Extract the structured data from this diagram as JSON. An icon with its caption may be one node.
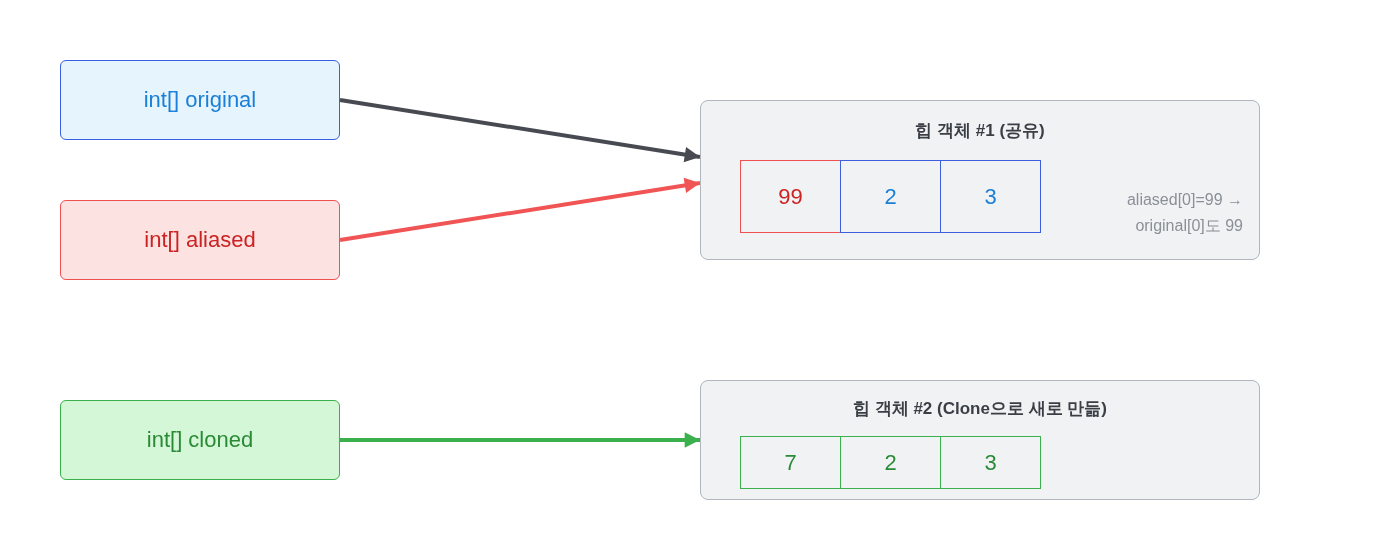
{
  "diagram": {
    "nodes": [
      {
        "text": [
          "int[] original"
        ]
      },
      {
        "text": [
          "int[] aliased"
        ]
      },
      {
        "text": [
          "int[] cloned"
        ]
      },
      {
        "text": [
          "힙 객체 #1 (공유)",
          "aliased[0]=99 → original[0]도 99"
        ]
      },
      {
        "text": [
          "99"
        ],
        "in": 3
      },
      {
        "text": [
          "2"
        ],
        "in": 3
      },
      {
        "text": [
          "3"
        ],
        "in": 3
      },
      {
        "text": [
          "힙 객체 #2 (Clone으로 새로 만듦)"
        ]
      },
      {
        "text": [
          "7"
        ],
        "in": 7
      },
      {
        "text": [
          "2"
        ],
        "in": 7
      },
      {
        "text": [
          "3"
        ],
        "in": 7
      }
    ],
    "edges": [
      {
        "from": 0,
        "to": 3,
        "arrow": "to"
      },
      {
        "from": 1,
        "to": 3,
        "arrow": "to",
        "color": "#f05454"
      },
      {
        "from": 2,
        "to": 7,
        "arrow": "to",
        "color": "#3cb04c"
      }
    ]
  }
}
